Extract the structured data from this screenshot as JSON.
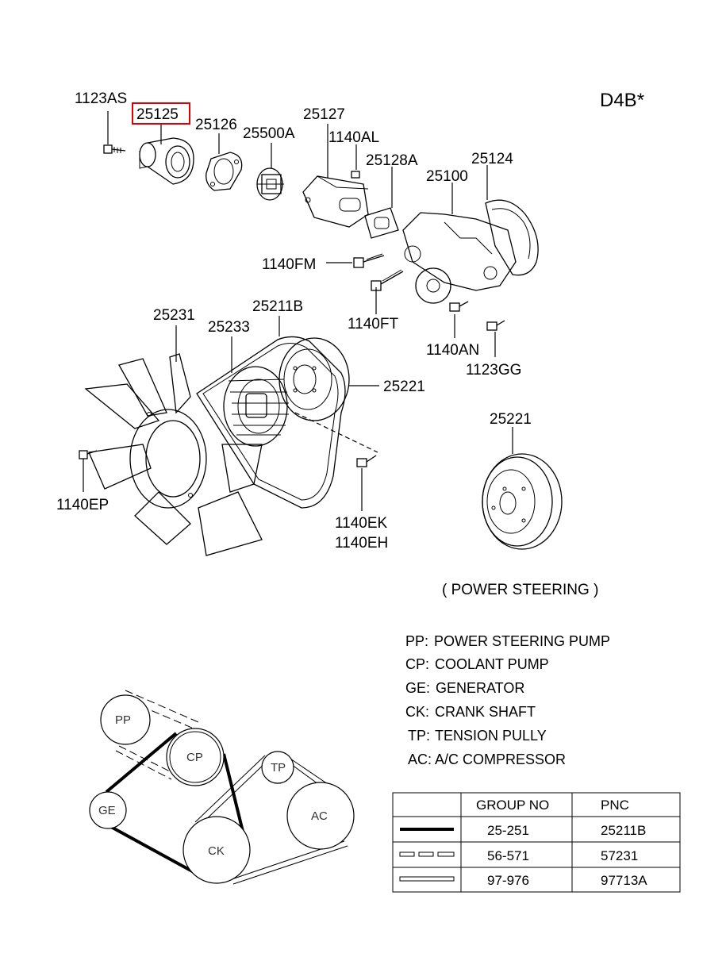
{
  "model": "D4B*",
  "callouts": {
    "p1123AS": "1123AS",
    "p25125": "25125",
    "p25126": "25126",
    "p25500A": "25500A",
    "p25127": "25127",
    "p1140AL": "1140AL",
    "p25128A": "25128A",
    "p25100": "25100",
    "p25124": "25124",
    "p1140FM": "1140FM",
    "p1140FT": "1140FT",
    "p1140AN": "1140AN",
    "p1123GG": "1123GG",
    "p25231": "25231",
    "p25211B": "25211B",
    "p25233": "25233",
    "p25221a": "25221",
    "p25221b": "25221",
    "p1140EP": "1140EP",
    "p1140EK": "1140EK",
    "p1140EH": "1140EH"
  },
  "highlighted_part": "25125",
  "power_steering_note": "( POWER STEERING )",
  "legend": [
    {
      "code": "PP:",
      "text": "POWER STEERING PUMP"
    },
    {
      "code": "CP:",
      "text": "COOLANT PUMP"
    },
    {
      "code": "GE:",
      "text": "GENERATOR"
    },
    {
      "code": "CK:",
      "text": "CRANK SHAFT"
    },
    {
      "code": "TP:",
      "text": "TENSION PULLY"
    },
    {
      "code": "AC:",
      "text": "A/C COMPRESSOR"
    }
  ],
  "pulleys": {
    "pp": "PP",
    "cp": "CP",
    "ge": "GE",
    "ck": "CK",
    "tp": "TP",
    "ac": "AC"
  },
  "table": {
    "headers": {
      "group": "GROUP NO",
      "pnc": "PNC"
    },
    "rows": [
      {
        "line_style": "thick",
        "group": "25-251",
        "pnc": "25211B"
      },
      {
        "line_style": "dashed-double",
        "group": "56-571",
        "pnc": "57231"
      },
      {
        "line_style": "double",
        "group": "97-976",
        "pnc": "97713A"
      }
    ]
  },
  "colors": {
    "highlight": "#e00000",
    "ink": "#000000"
  }
}
